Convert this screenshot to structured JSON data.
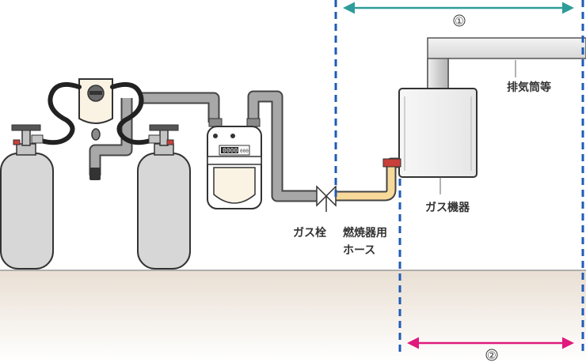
{
  "labels": {
    "gas_valve": "ガス栓",
    "hose_line1": "燃焼器用",
    "hose_line2": "ホース",
    "appliance": "ガス機器",
    "exhaust": "排気筒等"
  },
  "ranges": {
    "range1": "①",
    "range2": "②"
  },
  "meter": {
    "digits": "0000",
    "small": "000"
  },
  "colors": {
    "range1_arrow": "#2e9d9a",
    "range2_arrow": "#e0197d",
    "boundary_dashed": "#1e5bb5",
    "pipe": "#a8a8a8",
    "hose": "#f7d99a",
    "cylinder": "#d7d7d7",
    "ground": "#f1ebe4"
  },
  "icons": [
    "gas-cylinder-icon",
    "regulator-icon",
    "gas-meter-icon",
    "gas-valve-icon",
    "gas-appliance-icon",
    "exhaust-duct-icon"
  ]
}
